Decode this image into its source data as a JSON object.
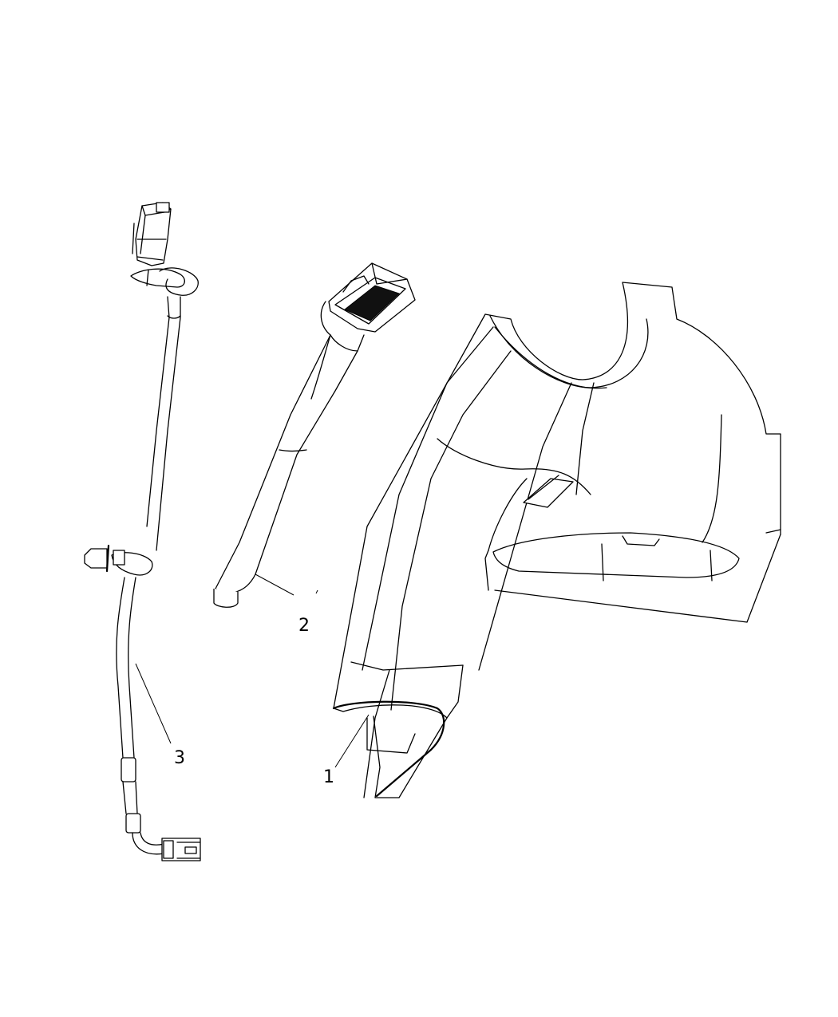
{
  "diagram": {
    "type": "exploded parts illustration",
    "background_color": "#ffffff",
    "line_color": "#000000",
    "callouts": [
      {
        "id": "1",
        "label": "1",
        "part": "interior trim panel (B-pillar / quarter trim)"
      },
      {
        "id": "2",
        "label": "2",
        "part": "lamp with pigtail housing"
      },
      {
        "id": "3",
        "label": "3",
        "part": "wiring harness with connectors and clips"
      }
    ]
  }
}
